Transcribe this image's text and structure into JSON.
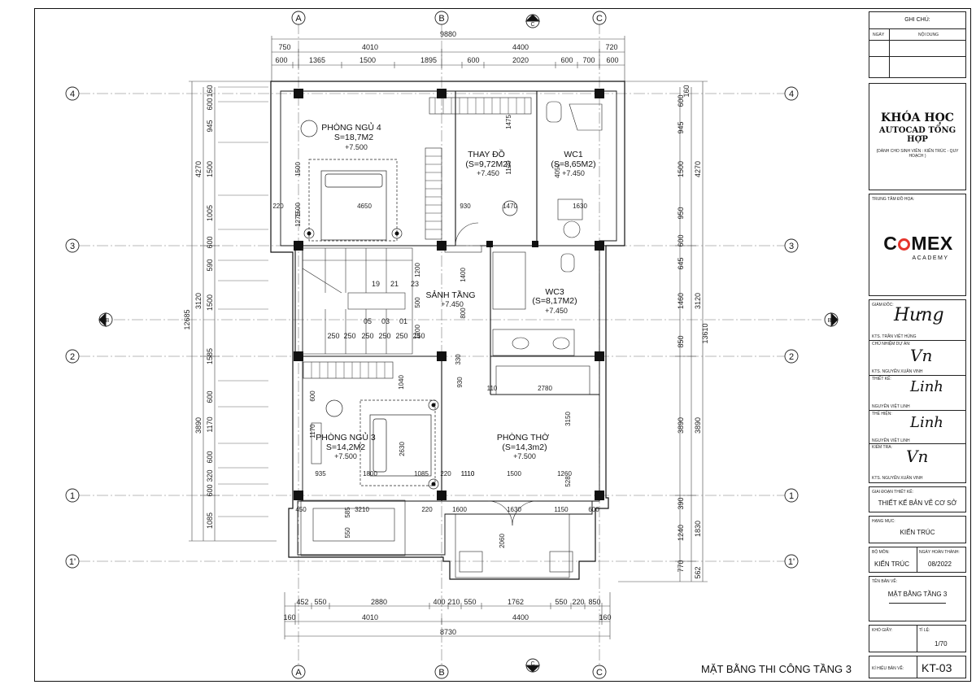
{
  "drawing": {
    "axes_v": [
      "A",
      "B",
      "C"
    ],
    "axes_h": [
      "4",
      "3",
      "2",
      "1",
      "1'"
    ],
    "section_marks": [
      "B",
      "C"
    ],
    "sheet_title": "MẶT BẰNG THI CÔNG TẦNG 3",
    "dims_top": {
      "total": "9880",
      "row2": [
        "750",
        "4010",
        "4400",
        "720"
      ],
      "row3": [
        "600",
        "1365",
        "1500",
        "1895",
        "600",
        "2020",
        "600",
        "700",
        "600"
      ]
    },
    "dims_bottom": {
      "row1": [
        "452",
        "550",
        "2880",
        "400",
        "210",
        "550",
        "1762",
        "550",
        "220",
        "850"
      ],
      "row2": [
        "160",
        "4010",
        "4400",
        "160"
      ],
      "total": "8730"
    },
    "dims_left": {
      "outer": "12685",
      "mid": [
        "4270",
        "3120",
        "3890"
      ],
      "inner": [
        "160",
        "600",
        "945",
        "1500",
        "1005",
        "600",
        "590",
        "1500",
        "1585",
        "600",
        "1170",
        "600",
        "320",
        "600",
        "1085"
      ]
    },
    "dims_right": {
      "outer": "13610",
      "mid": [
        "4270",
        "3120",
        "3890",
        "1830"
      ],
      "inner": [
        "160",
        "600",
        "945",
        "1500",
        "950",
        "600",
        "645",
        "1460",
        "850",
        "3890",
        "390",
        "1240",
        "770",
        "562"
      ]
    },
    "rooms": [
      {
        "name": "PHÒNG NGỦ 4",
        "area": "S=18,7M2",
        "level": "+7.500"
      },
      {
        "name": "THAY ĐỒ",
        "area": "(S=9,72M2)",
        "level": "+7.450"
      },
      {
        "name": "WC1",
        "area": "(S=8,65M2)",
        "level": "+7.450"
      },
      {
        "name": "SẢNH TẦNG",
        "area": "",
        "level": "+7.450"
      },
      {
        "name": "WC3",
        "area": "(S=8,17M2)",
        "level": "+7.450"
      },
      {
        "name": "PHÒNG NGỦ 3",
        "area": "S=14,2M2",
        "level": "+7.500"
      },
      {
        "name": "PHÒNG THỜ",
        "area": "(S=14,3m2)",
        "level": "+7.500"
      }
    ],
    "inner_dims": [
      "4650",
      "1500",
      "1500",
      "220",
      "1275",
      "930",
      "1475",
      "1120",
      "4050",
      "1470",
      "1630",
      "1200",
      "1400",
      "500",
      "800",
      "1200",
      "330",
      "930",
      "1040",
      "1110",
      "110",
      "2780",
      "600",
      "1170",
      "1800",
      "1085",
      "220",
      "935",
      "2630",
      "1110",
      "1500",
      "1260",
      "3150",
      "528",
      "450",
      "585",
      "3210",
      "220",
      "1600",
      "1630",
      "1150",
      "600",
      "550",
      "2060"
    ],
    "stair_numbers": [
      "19",
      "21",
      "23",
      "05",
      "03",
      "01"
    ],
    "stair_treads": [
      "250",
      "250",
      "250",
      "250",
      "250",
      "250"
    ]
  },
  "title_block": {
    "notes_title": "GHI CHÚ:",
    "notes_cols": [
      "NGÀY",
      "NỘI DUNG"
    ],
    "course_line1": "KHÓA HỌC",
    "course_line2": "AUTOCAD TỔNG HỢP",
    "course_sub": "(DÀNH CHO SINH VIÊN : KIẾN TRÚC - QUY HOẠCH )",
    "center_label": "TRUNG TÂM ĐỒ HỌA:",
    "logo_main_1": "C",
    "logo_main_2": "MEX",
    "logo_sub": "ACADEMY",
    "director_label": "GIÁM ĐỐC:",
    "director_sig": "Hưng",
    "director_name": "KTS. TRẦN VIỆT HÙNG",
    "chair_label": "CHỦ NHIỆM DỰ ÁN:",
    "chair_sig": "Vn",
    "chair_name": "KTS. NGUYỄN XUÂN VINH",
    "design_label": "THIẾT KẾ:",
    "design_sig": "Linh",
    "design_name": "NGUYỄN VIỆT LINH",
    "draw_label": "THỂ HIỆN:",
    "draw_sig": "Linh",
    "draw_name": "NGUYỄN VIỆT LINH",
    "check_label": "KIỂM TRA:",
    "check_sig": "Vn",
    "check_name": "KTS. NGUYỄN XUÂN VINH",
    "stage_label": "GIAI ĐOẠN THIẾT KẾ:",
    "stage_value": "THIẾT KẾ BẢN VẼ CƠ SỞ",
    "item_label": "HẠNG MỤC:",
    "item_value": "KIẾN TRÚC",
    "dept_label": "BỘ MÔN:",
    "dept_value": "KIẾN TRÚC",
    "date_label": "NGÀY HOÀN THÀNH:",
    "date_value": "08/2022",
    "sheet_name_label": "TÊN BẢN VẼ:",
    "sheet_name_value": "MẶT BẰNG TẦNG 3",
    "paper_label": "KHỔ GIẤY:",
    "scale_label": "TỈ LỆ:",
    "scale_value": "1/70",
    "code_label": "KÍ HIỆU BẢN VẼ:",
    "code_value": "KT-03"
  }
}
